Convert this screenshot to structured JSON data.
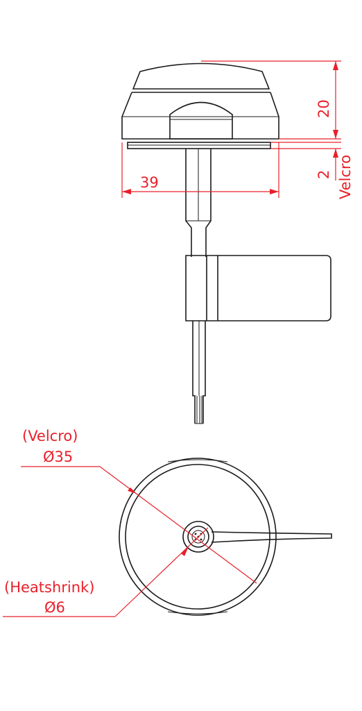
{
  "colors": {
    "dimension": "#e8202a",
    "outline": "#1a1a1a",
    "background": "#ffffff"
  },
  "side_view": {
    "height_label": "20",
    "velcro_thickness_label": "2",
    "velcro_label": "Velcro",
    "width_label": "39"
  },
  "bottom_view": {
    "velcro_callout": "(Velcro)",
    "velcro_diameter": "Ø35",
    "heatshrink_callout": "(Heatshrink)",
    "heatshrink_diameter": "Ø6"
  }
}
